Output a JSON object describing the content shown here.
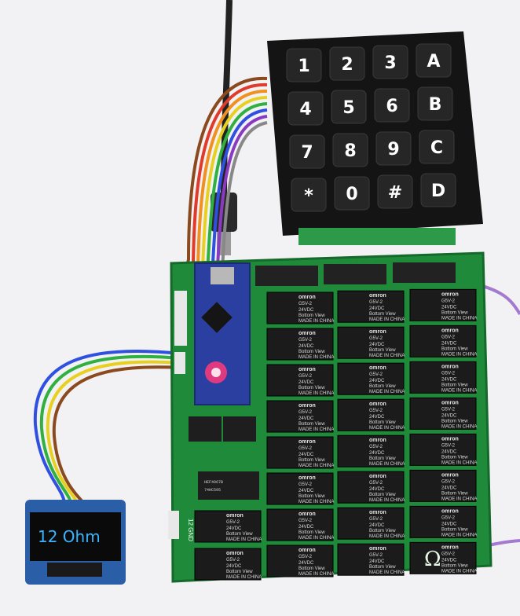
{
  "keypad": {
    "keys": [
      "1",
      "2",
      "3",
      "A",
      "4",
      "5",
      "6",
      "B",
      "7",
      "8",
      "9",
      "C",
      "*",
      "0",
      "#",
      "D"
    ]
  },
  "oled": {
    "text": "12 Ohm"
  },
  "relay": {
    "brand": "omron",
    "model": "G5V-2",
    "voltage": "24VDC",
    "view": "Bottom View",
    "origin": "MADE IN CHINA"
  },
  "board": {
    "label_12gnd": "12 GND",
    "ohm_symbol": "Ω"
  },
  "colors": {
    "pcb": "#1f8a3a",
    "relay_body": "#1b1b1b",
    "oled_text": "#3ab4ff",
    "nano_board": "#2b3fa0",
    "keypad": "#151515"
  }
}
